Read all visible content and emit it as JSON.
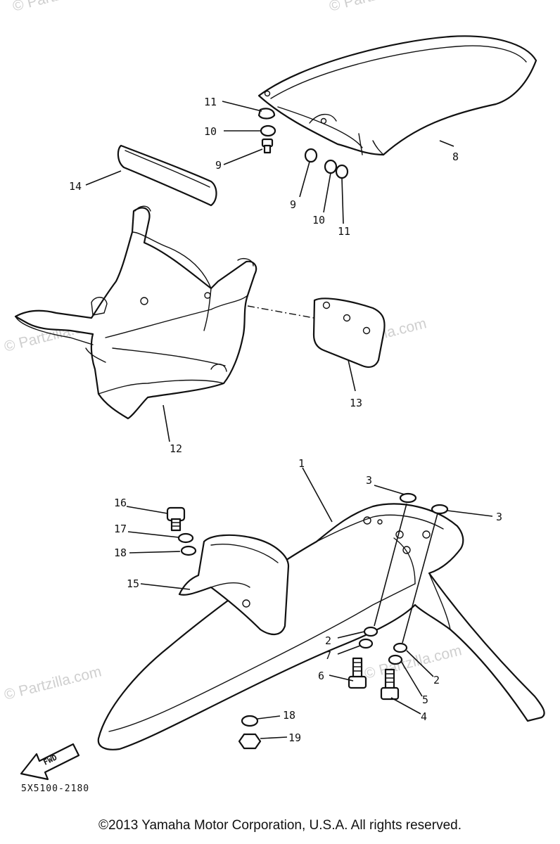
{
  "watermarks": [
    "© Partzilla.com",
    "© Partzilla.com",
    "© Partzilla.com",
    "© Partzilla.com",
    "© Partzilla.com",
    "© Partzilla.com"
  ],
  "callouts": {
    "c1": "1",
    "c2a": "2",
    "c2b": "2",
    "c3a": "3",
    "c3b": "3",
    "c4": "4",
    "c5": "5",
    "c6": "6",
    "c7": "7",
    "c8": "8",
    "c9a": "9",
    "c9b": "9",
    "c10a": "10",
    "c10b": "10",
    "c11a": "11",
    "c11b": "11",
    "c12": "12",
    "c13": "13",
    "c14": "14",
    "c15": "15",
    "c16": "16",
    "c17": "17",
    "c18a": "18",
    "c18b": "18",
    "c19": "19"
  },
  "fwd_label": "FWD",
  "diagram_code": "5X5100-2180",
  "copyright": "©2013 Yamaha Motor Corporation, U.S.A. All rights reserved."
}
